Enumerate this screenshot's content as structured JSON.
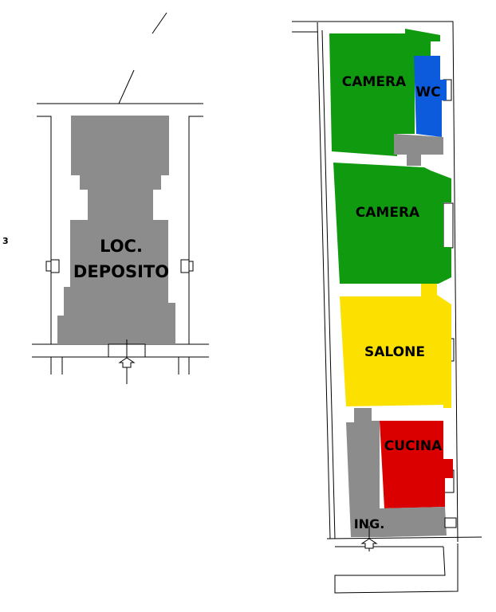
{
  "left_plan": {
    "marker": "3",
    "room": {
      "line1": "LOC.",
      "line2": "DEPOSITO",
      "color": "#8c8c8c"
    }
  },
  "right_plan": {
    "rooms": {
      "camera_top": {
        "label": "CAMERA",
        "color": "#109a10"
      },
      "wc": {
        "label": "WC",
        "color": "#0b5bdc"
      },
      "camera_mid": {
        "label": "CAMERA",
        "color": "#109a10"
      },
      "salone": {
        "label": "SALONE",
        "color": "#fce100"
      },
      "cucina": {
        "label": "CUCINA",
        "color": "#da0000"
      },
      "ingresso": {
        "label": "ING.",
        "color": "#8c8c8c"
      }
    }
  }
}
